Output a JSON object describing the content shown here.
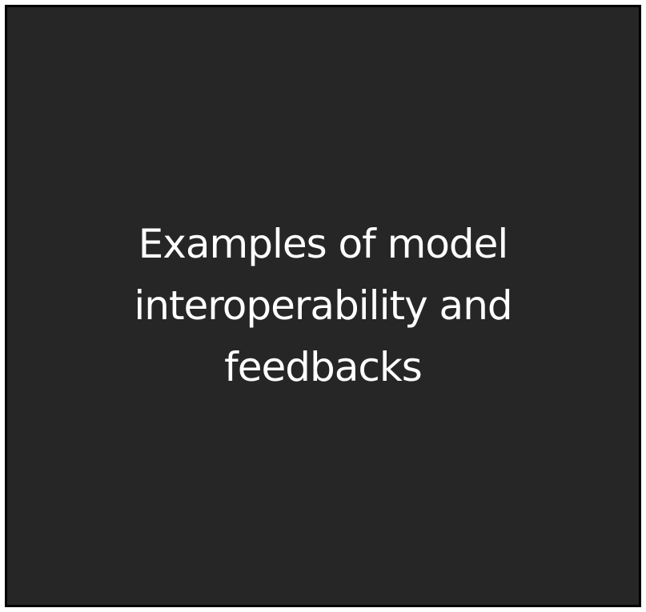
{
  "slide": {
    "background_color": "#262626",
    "border_color": "#000000",
    "text_color": "#ffffff",
    "title_lines": [
      "Examples of model",
      "interoperability and",
      "feedbacks"
    ]
  }
}
